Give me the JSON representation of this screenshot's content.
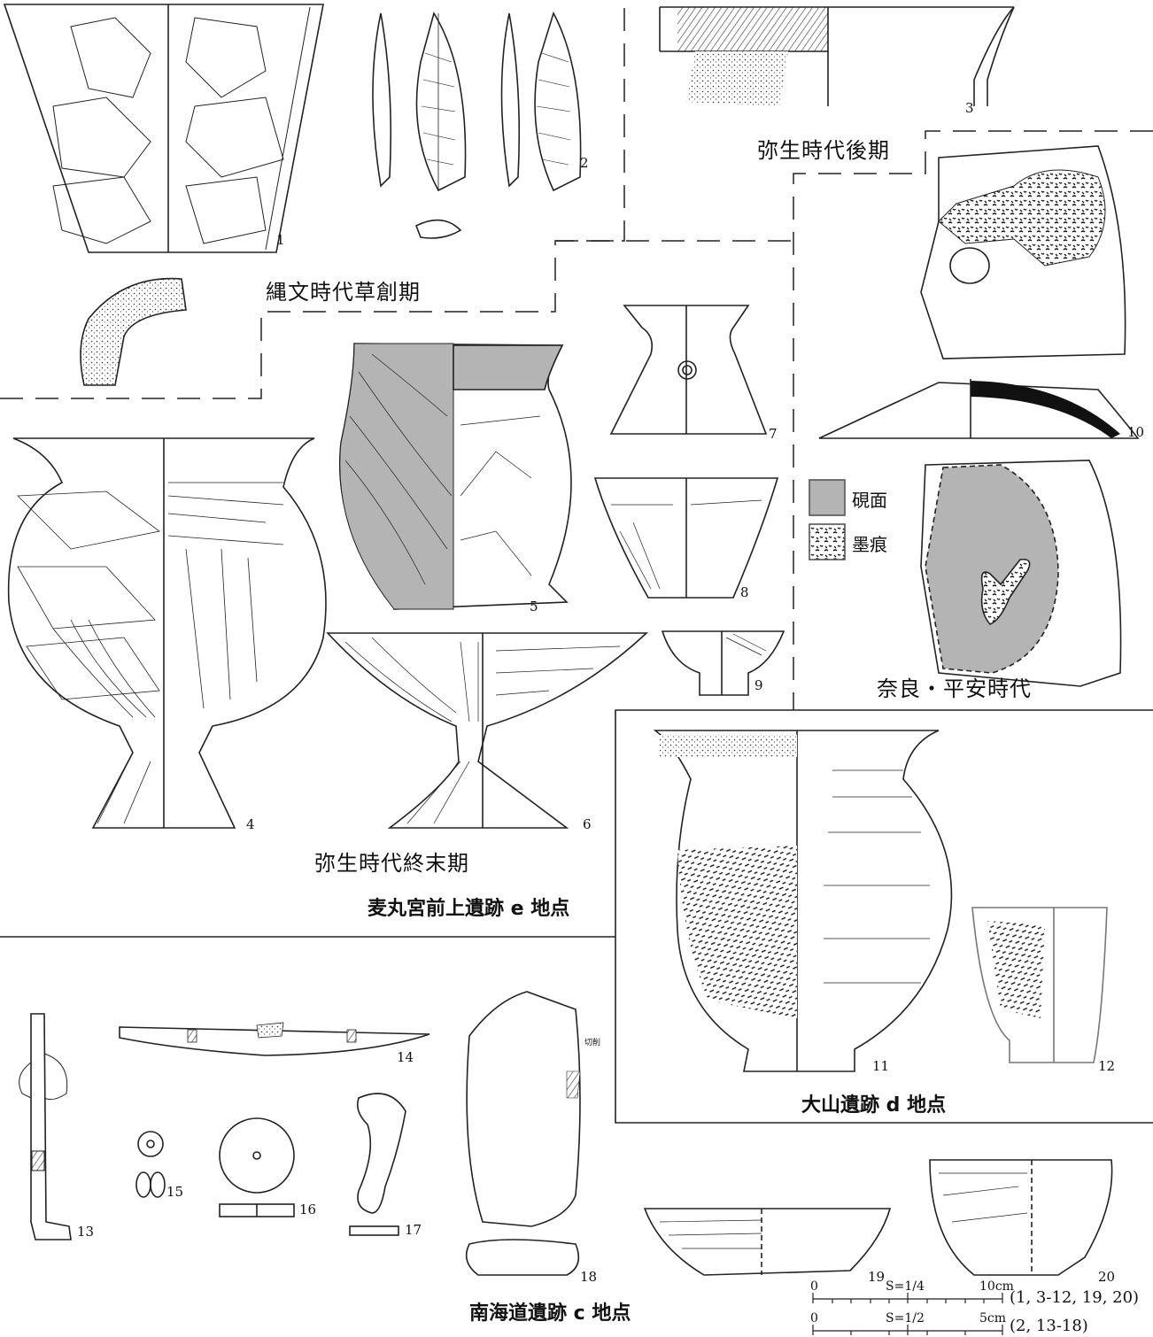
{
  "periods": {
    "jomon": "縄文時代草創期",
    "yayoi_late": "弥生時代後期",
    "yayoi_final": "弥生時代終末期",
    "nara_heian": "奈良・平安時代"
  },
  "sites": {
    "mugimaru": "麦丸宮前上遺跡 e 地点",
    "oyama": "大山遺跡 d 地点",
    "nankaido": "南海道遺跡 c 地点"
  },
  "legend": {
    "inkstone_surface": "硯面",
    "ink_trace": "墨痕"
  },
  "annotations": {
    "cut": "切削"
  },
  "figure_numbers": [
    "1",
    "2",
    "3",
    "4",
    "5",
    "6",
    "7",
    "8",
    "9",
    "10",
    "11",
    "12",
    "13",
    "14",
    "15",
    "16",
    "17",
    "18",
    "19",
    "20"
  ],
  "scales": [
    {
      "ratio": "S=1/4",
      "zero": "0",
      "end": "10cm",
      "applies_to": "(1, 3-12, 19, 20)"
    },
    {
      "ratio": "S=1/2",
      "zero": "0",
      "end": "5cm",
      "applies_to": "(2, 13-18)"
    }
  ],
  "colors": {
    "inkstone_gray": "#b4b4b4",
    "line": "#222222"
  }
}
